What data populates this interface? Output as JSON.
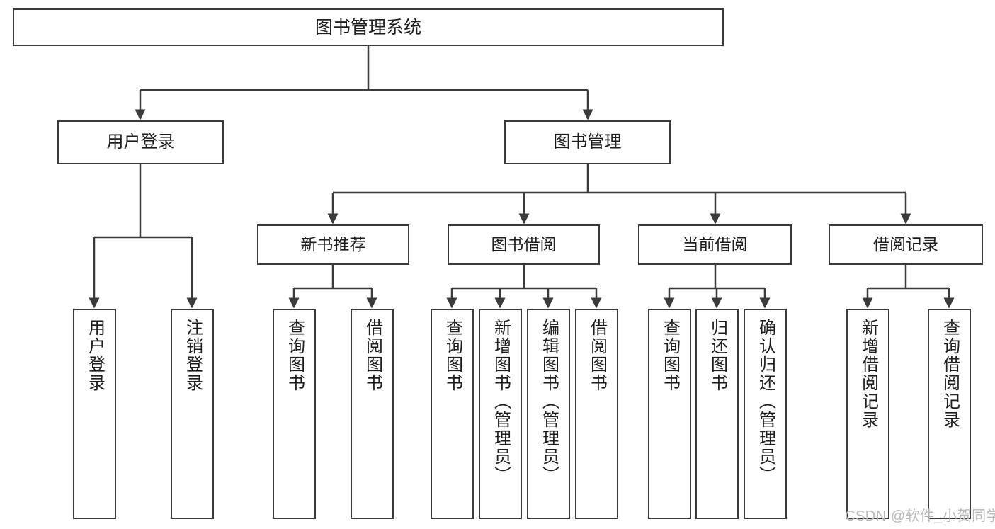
{
  "diagram": {
    "type": "tree-hierarchy",
    "title": "图书管理系统",
    "root": {
      "label": "图书管理系统"
    },
    "level2": [
      {
        "label": "用户登录"
      },
      {
        "label": "图书管理"
      }
    ],
    "level3": [
      {
        "label": "新书推荐"
      },
      {
        "label": "图书借阅"
      },
      {
        "label": "当前借阅"
      },
      {
        "label": "借阅记录"
      }
    ],
    "leaves": {
      "user_login": [
        {
          "label": "用户登录"
        },
        {
          "label": "注销登录"
        }
      ],
      "new_book_recommend": [
        {
          "label": "查询图书"
        },
        {
          "label": "借阅图书"
        }
      ],
      "book_borrow": [
        {
          "label": "查询图书"
        },
        {
          "label": "新增图书（管理员）"
        },
        {
          "label": "编辑图书（管理员）"
        },
        {
          "label": "借阅图书"
        }
      ],
      "current_borrow": [
        {
          "label": "查询图书"
        },
        {
          "label": "归还图书"
        },
        {
          "label": "确认归还（管理员）"
        }
      ],
      "borrow_record": [
        {
          "label": "新增借阅记录"
        },
        {
          "label": "查询借阅记录"
        }
      ]
    }
  },
  "watermark": {
    "text": "CSDN @软件_小贺同学"
  },
  "colors": {
    "border": "#3b3b3b",
    "background": "#ffffff",
    "text": "#1d1d1d",
    "watermark": "#b9b9b9"
  }
}
